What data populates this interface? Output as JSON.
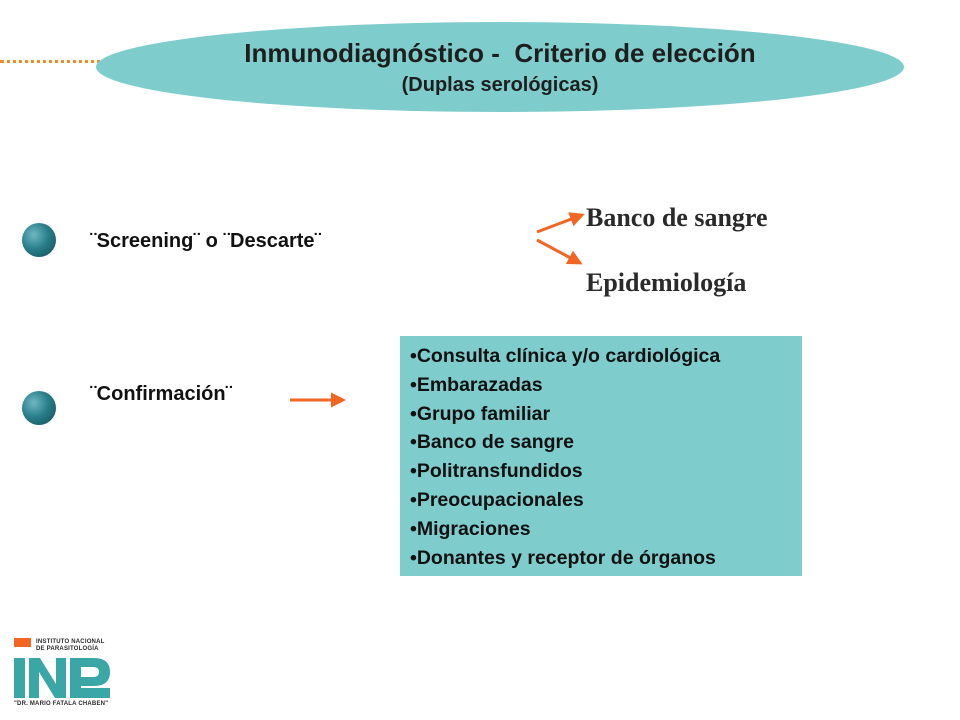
{
  "slide": {
    "title": "Inmunodiagnóstico -  Criterio de elección",
    "subtitle": "(Duplas serológicas)"
  },
  "screening": {
    "label_part1": "¨Screening¨ o ¨Descarte¨",
    "targets": [
      "Banco de sangre",
      "Epidemiología"
    ]
  },
  "confirmacion": {
    "label": "¨Confirmación¨",
    "items": [
      "Consulta clínica y/o cardiológica",
      "Embarazadas",
      "Grupo familiar",
      "Banco de sangre",
      "Politransfundidos",
      "Preocupacionales",
      "Migraciones",
      "Donantes y receptor de órganos"
    ]
  },
  "logo": {
    "line1": "INSTITUTO NACIONAL",
    "line2": "DE PARASITOLOGÍA",
    "line3": "\"DR. MARIO FATALA CHABEN\"",
    "letters": "INP"
  },
  "colors": {
    "accent": "#7ecccc",
    "arrow": "#f26522",
    "dots": "#f28c28",
    "bullet": "#2a7f8a",
    "logo_teal": "#3aa6a6",
    "logo_orange": "#f26522"
  }
}
